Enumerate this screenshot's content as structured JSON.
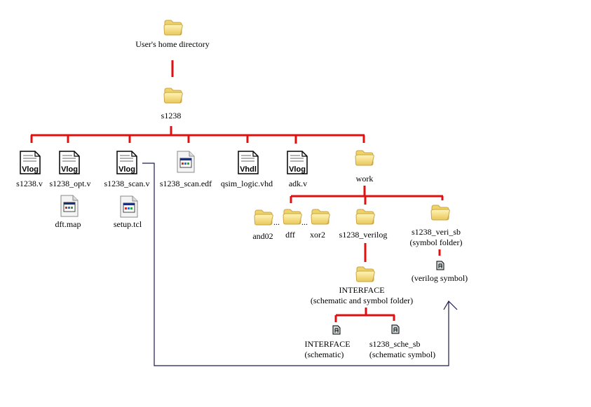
{
  "colors": {
    "tree_line": "#e01010",
    "link_line": "#1a1a4e",
    "folder_fill": "#f5dd82",
    "folder_tab": "#f0d26a",
    "folder_stroke": "#c9a640",
    "doc_stroke": "#000000"
  },
  "nodes": {
    "home": {
      "label": "User's home directory",
      "icon": "folder-icon"
    },
    "s1238": {
      "label": "s1238",
      "icon": "folder-icon"
    },
    "s1238_v": {
      "label": "s1238.v",
      "icon": "vlog-file-icon",
      "badge": "Vlog"
    },
    "s1238_opt_v": {
      "label": "s1238_opt.v",
      "icon": "vlog-file-icon",
      "badge": "Vlog"
    },
    "s1238_scan_v": {
      "label": "s1238_scan.v",
      "icon": "vlog-file-icon",
      "badge": "Vlog"
    },
    "s1238_scan_edf": {
      "label": "s1238_scan.edf",
      "icon": "app-file-icon"
    },
    "qsim_logic_vhd": {
      "label": "qsim_logic.vhd",
      "icon": "vhdl-file-icon",
      "badge": "Vhdl"
    },
    "adk_v": {
      "label": "adk.v",
      "icon": "vlog-file-icon",
      "badge": "Vlog"
    },
    "work": {
      "label": "work",
      "icon": "folder-icon"
    },
    "dft_map": {
      "label": "dft.map",
      "icon": "app-file-icon"
    },
    "setup_tcl": {
      "label": "setup.tcl",
      "icon": "app-file-icon"
    },
    "and02": {
      "label": "and02",
      "icon": "folder-icon"
    },
    "dff": {
      "label": "dff",
      "icon": "folder-icon"
    },
    "xor2": {
      "label": "xor2",
      "icon": "folder-icon"
    },
    "s1238_verilog": {
      "label": "s1238_verilog",
      "icon": "folder-icon"
    },
    "s1238_veri_sb": {
      "label": "s1238_veri_sb",
      "sublabel": "(symbol folder)",
      "icon": "folder-icon"
    },
    "verilog_symbol": {
      "label": "(verilog symbol)",
      "icon": "symbol-file-icon"
    },
    "interface_folder": {
      "label": "INTERFACE",
      "sublabel": "(schematic and symbol folder)",
      "icon": "folder-icon"
    },
    "interface_schematic": {
      "label": "INTERFACE",
      "sublabel": "(schematic)",
      "icon": "symbol-file-icon"
    },
    "s1238_sche_sb": {
      "label": "s1238_sche_sb",
      "sublabel": "(schematic symbol)",
      "icon": "symbol-file-icon"
    }
  },
  "ellipsis": "...",
  "edges": [
    [
      "home",
      "s1238"
    ],
    [
      "s1238",
      "s1238_v"
    ],
    [
      "s1238",
      "s1238_opt_v"
    ],
    [
      "s1238",
      "s1238_scan_v"
    ],
    [
      "s1238",
      "s1238_scan_edf"
    ],
    [
      "s1238",
      "qsim_logic_vhd"
    ],
    [
      "s1238",
      "adk_v"
    ],
    [
      "s1238",
      "work"
    ],
    [
      "work",
      "dff"
    ],
    [
      "work",
      "s1238_verilog"
    ],
    [
      "work",
      "s1238_veri_sb"
    ],
    [
      "s1238_verilog",
      "interface_folder"
    ],
    [
      "s1238_veri_sb",
      "verilog_symbol"
    ],
    [
      "interface_folder",
      "interface_schematic"
    ],
    [
      "interface_folder",
      "s1238_sche_sb"
    ]
  ],
  "link_arrow": {
    "from": "s1238_scan_v",
    "to": "verilog_symbol"
  }
}
